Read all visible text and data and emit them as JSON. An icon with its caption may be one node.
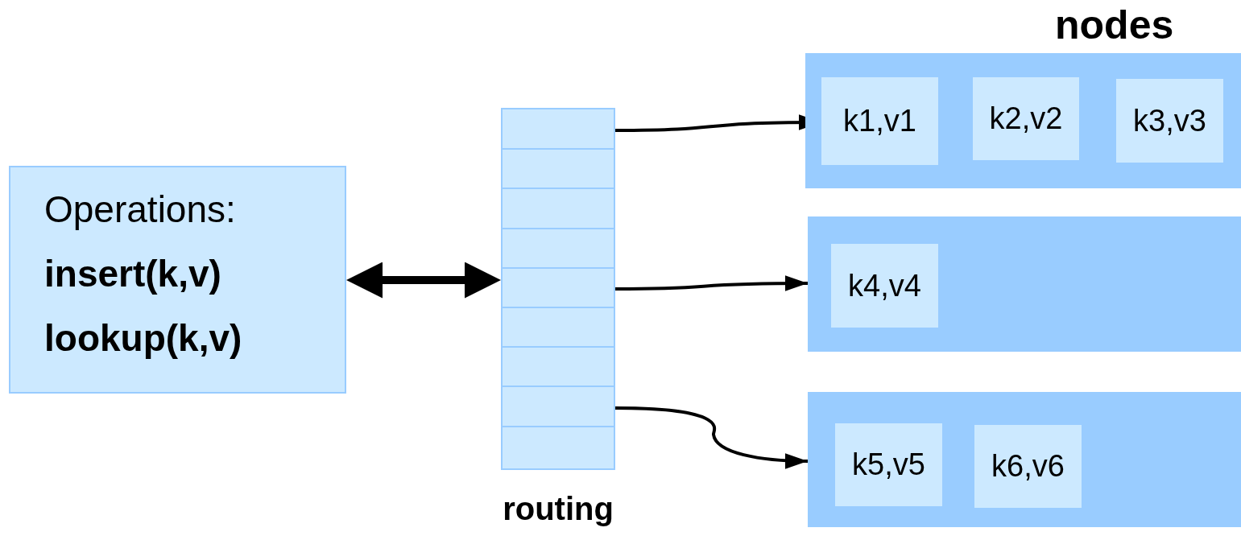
{
  "diagram": {
    "nodes": [
      {
        "text": [
          "Operations:",
          "insert(k,v)",
          "lookup(k,v)"
        ]
      },
      {
        "text": [],
        "shape": "box",
        "beside": [
          "routing"
        ]
      },
      {
        "text": [],
        "shape": "box"
      },
      {
        "text": [
          "k1,v1"
        ],
        "in": 2
      },
      {
        "text": [
          "k2,v2"
        ],
        "in": 2
      },
      {
        "text": [
          "k3,v3"
        ],
        "in": 2
      },
      {
        "text": [],
        "shape": "box"
      },
      {
        "text": [
          "k4,v4"
        ],
        "in": 6
      },
      {
        "text": [],
        "shape": "box"
      },
      {
        "text": [
          "k5,v5"
        ],
        "in": 8
      },
      {
        "text": [
          "k6,v6"
        ],
        "in": 8
      }
    ],
    "edges": [
      {
        "from": 0,
        "to": 1,
        "arrow": "both",
        "style": "thick"
      },
      {
        "from": 1,
        "to": 3,
        "arrow": "to"
      },
      {
        "from": 1,
        "to": 6,
        "arrow": "to"
      },
      {
        "from": 1,
        "to": 8,
        "arrow": "to"
      }
    ],
    "labels": [
      "nodes"
    ]
  }
}
